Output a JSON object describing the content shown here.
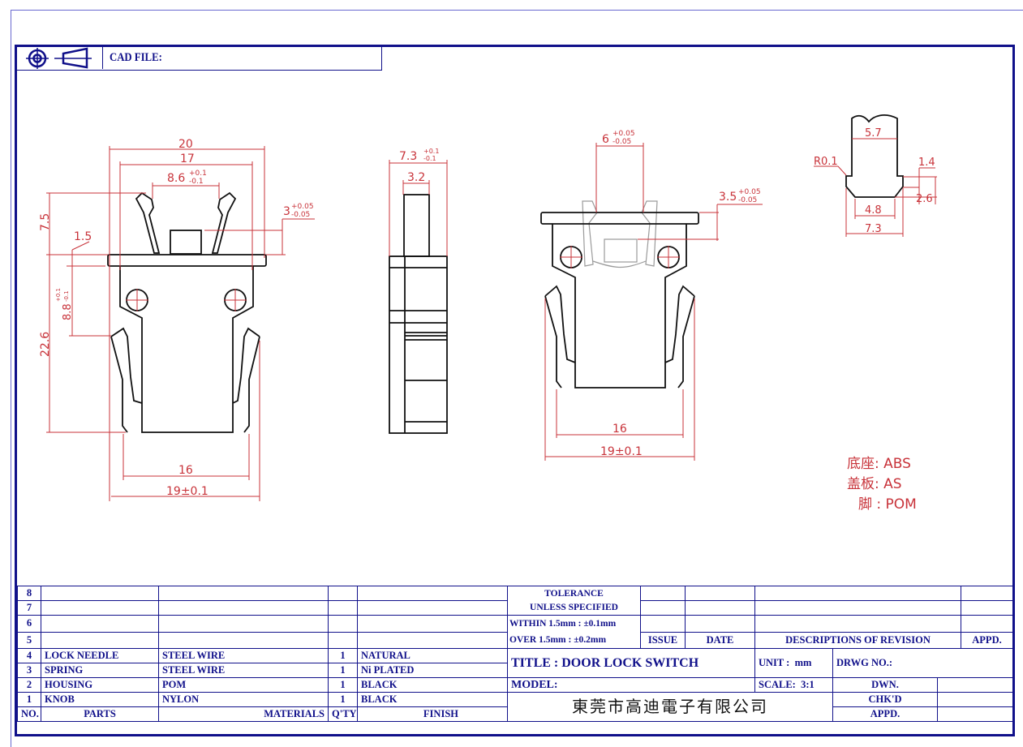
{
  "header": {
    "cad_file_label": "CAD FILE:",
    "projection_symbol": "first-angle-projection-icon"
  },
  "views": {
    "front": {
      "dims": {
        "overall_width": "20",
        "inner_width": "17",
        "slot_width": "8.6",
        "slot_tol_plus": "+0.1",
        "slot_tol_minus": "-0.1",
        "knob_height": "3",
        "knob_tol_plus": "+0.05",
        "knob_tol_minus": "-0.05",
        "top_height": "7.5",
        "flange": "1.5",
        "clip_height": "8.8",
        "clip_tol_plus": "+0.1",
        "clip_tol_minus": "-0.1",
        "total_height": "22.6",
        "bottom_inner": "16",
        "bottom_outer": "19±0.1"
      }
    },
    "side": {
      "dims": {
        "width": "7.3",
        "width_tol_plus": "+0.1",
        "width_tol_minus": "-0.1",
        "knob_width": "3.2"
      }
    },
    "installed": {
      "dims": {
        "opening": "6",
        "opening_tol_plus": "+0.05",
        "opening_tol_minus": "-0.05",
        "depth": "3.5",
        "depth_tol_plus": "+0.05",
        "depth_tol_minus": "-0.05",
        "bottom_inner": "16",
        "bottom_outer": "19±0.1"
      }
    },
    "cutout": {
      "dims": {
        "radius": "R0.1",
        "top_width": "5.7",
        "step": "1.4",
        "step_height": "2.6",
        "bottom_width": "4.8",
        "overall_width": "7.3"
      }
    }
  },
  "material_notes": [
    {
      "label": "底座",
      "value": ": ABS"
    },
    {
      "label": "盖板",
      "value": ": AS"
    },
    {
      "label": "脚",
      "value": " : POM"
    }
  ],
  "bom": {
    "headers": {
      "no": "NO.",
      "parts": "PARTS",
      "materials": "MATERIALS",
      "qty": "Q'TY",
      "finish": "FINISH"
    },
    "rows": [
      {
        "no": "8",
        "parts": "",
        "materials": "",
        "qty": "",
        "finish": ""
      },
      {
        "no": "7",
        "parts": "",
        "materials": "",
        "qty": "",
        "finish": ""
      },
      {
        "no": "6",
        "parts": "",
        "materials": "",
        "qty": "",
        "finish": ""
      },
      {
        "no": "5",
        "parts": "",
        "materials": "",
        "qty": "",
        "finish": ""
      },
      {
        "no": "4",
        "parts": "LOCK NEEDLE",
        "materials": "STEEL WIRE",
        "qty": "1",
        "finish": "NATURAL"
      },
      {
        "no": "3",
        "parts": "SPRING",
        "materials": "STEEL WIRE",
        "qty": "1",
        "finish": "Ni PLATED"
      },
      {
        "no": "2",
        "parts": "HOUSING",
        "materials": "POM",
        "qty": "1",
        "finish": "BLACK"
      },
      {
        "no": "1",
        "parts": "KNOB",
        "materials": "NYLON",
        "qty": "1",
        "finish": "BLACK"
      }
    ]
  },
  "tolerance": {
    "line1": "TOLERANCE",
    "line2": "UNLESS   SPECIFIED",
    "line3": "WITHIN  1.5mm : ±0.1mm",
    "line4": "OVER   1.5mm : ±0.2mm"
  },
  "revision": {
    "issue_label": "ISSUE",
    "date_label": "DATE",
    "desc_label": "DESCRIPTIONS  OF  REVISION",
    "appd_label": "APPD."
  },
  "title_block": {
    "title": "TITLE :   DOOR LOCK SWITCH",
    "model": "MODEL:",
    "unit_label": "UNIT :",
    "unit_value": "mm",
    "scale_label": "SCALE:",
    "scale_value": "3:1",
    "drwg_no_label": "DRWG  NO.:",
    "dwn_label": "DWN.",
    "chkd_label": "CHK'D",
    "appd_label": "APPD.",
    "company": "東莞市高迪電子有限公司"
  },
  "colors": {
    "frame": "#10108a",
    "dimension": "#c8333a",
    "outline": "#111111",
    "hidden": "#9a9a9a"
  }
}
